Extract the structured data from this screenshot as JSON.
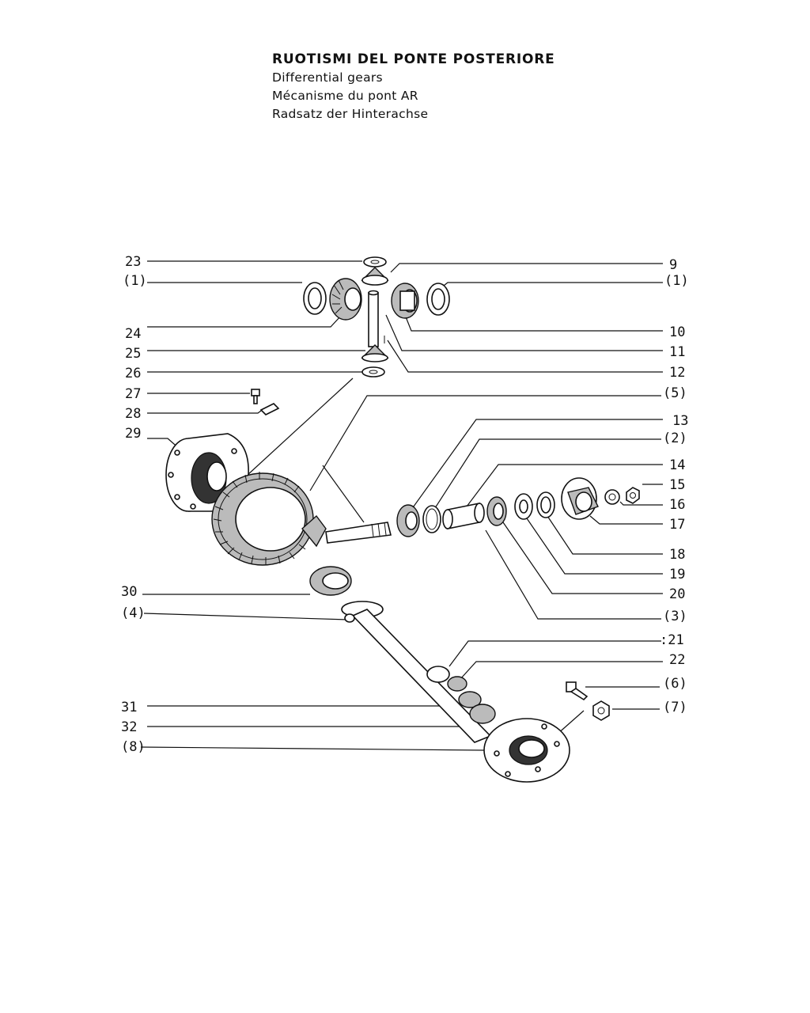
{
  "titles": {
    "it": "RUOTISMI DEL PONTE POSTERIORE",
    "en": "Differential gears",
    "fr": "Mécanisme du pont AR",
    "de": "Radsatz der Hinterachse"
  },
  "labels": {
    "l23": "23",
    "l1a": "(1)",
    "l24": "24",
    "l25": "25",
    "l26": "26",
    "l27": "27",
    "l28": "28",
    "l29": "29",
    "l30": "30",
    "l4": "(4)",
    "l31": "31",
    "l32": "32",
    "l8": "(8)",
    "l9": "9",
    "l1b": "(1)",
    "l10": "10",
    "l11": "11",
    "l12": "12",
    "l5": "(5)",
    "l13": "13",
    "l2": "(2)",
    "l14": "14",
    "l15": "15",
    "l16": "16",
    "l17": "17",
    "l18": "18",
    "l19": "19",
    "l20": "20",
    "l3": "(3)",
    "l21": ":21",
    "l22": "22",
    "l6": "(6)",
    "l7": "(7)"
  }
}
